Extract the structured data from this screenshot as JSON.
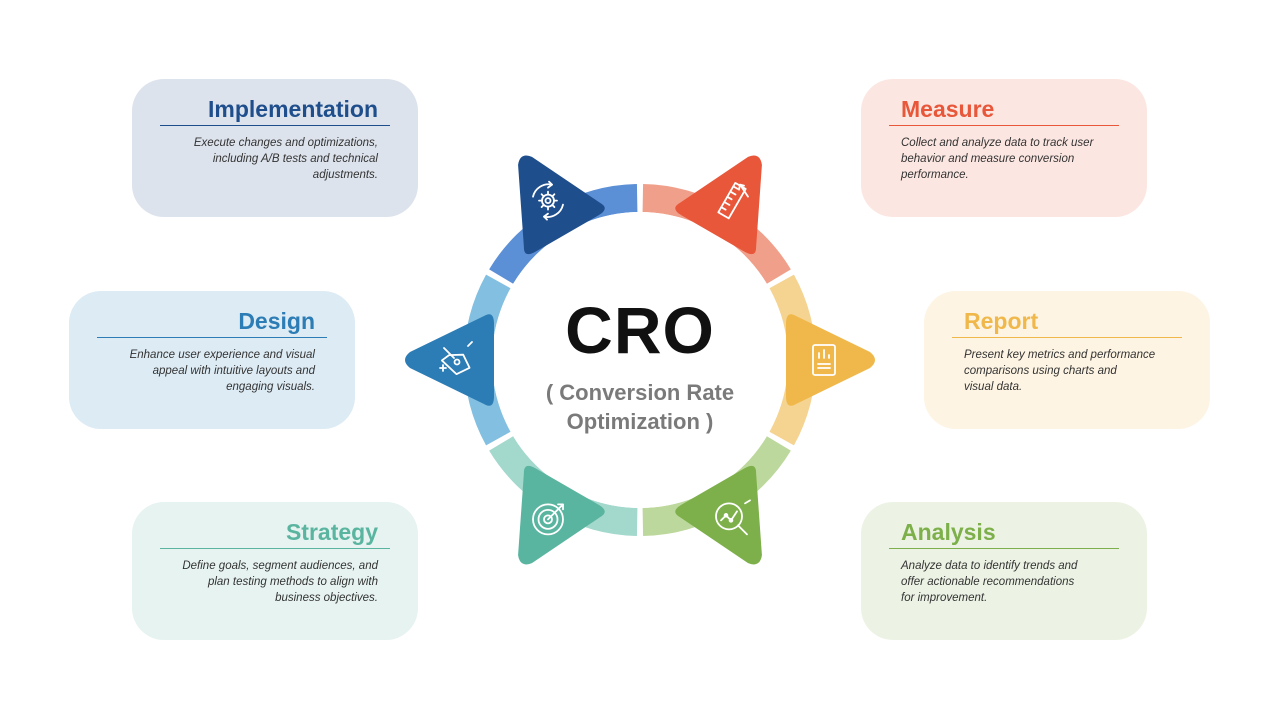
{
  "center": {
    "title": "CRO",
    "subtitle_line1": "( Conversion Rate",
    "subtitle_line2": "Optimization )"
  },
  "steps": [
    {
      "key": "implementation",
      "title": "Implementation",
      "desc": [
        "Execute changes and optimizations,",
        "including A/B tests and technical",
        "adjustments."
      ],
      "color": "#1f4e8c",
      "arc_color": "#5b8fd6",
      "card_bg": "#dde3ec",
      "icon": "gear-cycle-icon"
    },
    {
      "key": "measure",
      "title": "Measure",
      "desc": [
        "Collect and analyze data to track user",
        "behavior and measure conversion",
        "performance."
      ],
      "color": "#e8573a",
      "arc_color": "#f0a08a",
      "card_bg": "#fce6e1",
      "icon": "ruler-icon"
    },
    {
      "key": "report",
      "title": "Report",
      "desc": [
        "Present key metrics and performance",
        "comparisons using charts and",
        "visual data."
      ],
      "color": "#f0b84a",
      "arc_color": "#f5d390",
      "card_bg": "#fdf4e3",
      "icon": "report-document-icon"
    },
    {
      "key": "analysis",
      "title": "Analysis",
      "desc": [
        "Analyze data to identify trends and",
        "offer actionable recommendations",
        "for improvement."
      ],
      "color": "#7db04a",
      "arc_color": "#bdd89c",
      "card_bg": "#ecf3e4",
      "icon": "magnifier-chart-icon"
    },
    {
      "key": "strategy",
      "title": "Strategy",
      "desc": [
        "Define goals, segment audiences, and",
        "plan testing methods to align with",
        "business objectives."
      ],
      "color": "#5ab5a0",
      "arc_color": "#a3d8cc",
      "card_bg": "#e6f3f0",
      "icon": "target-icon"
    },
    {
      "key": "design",
      "title": "Design",
      "desc": [
        "Enhance user experience and visual",
        "appeal with intuitive layouts and",
        "engaging visuals."
      ],
      "color": "#2c7cb5",
      "arc_color": "#82bfe0",
      "card_bg": "#ddebf4",
      "icon": "pen-tool-icon"
    }
  ]
}
